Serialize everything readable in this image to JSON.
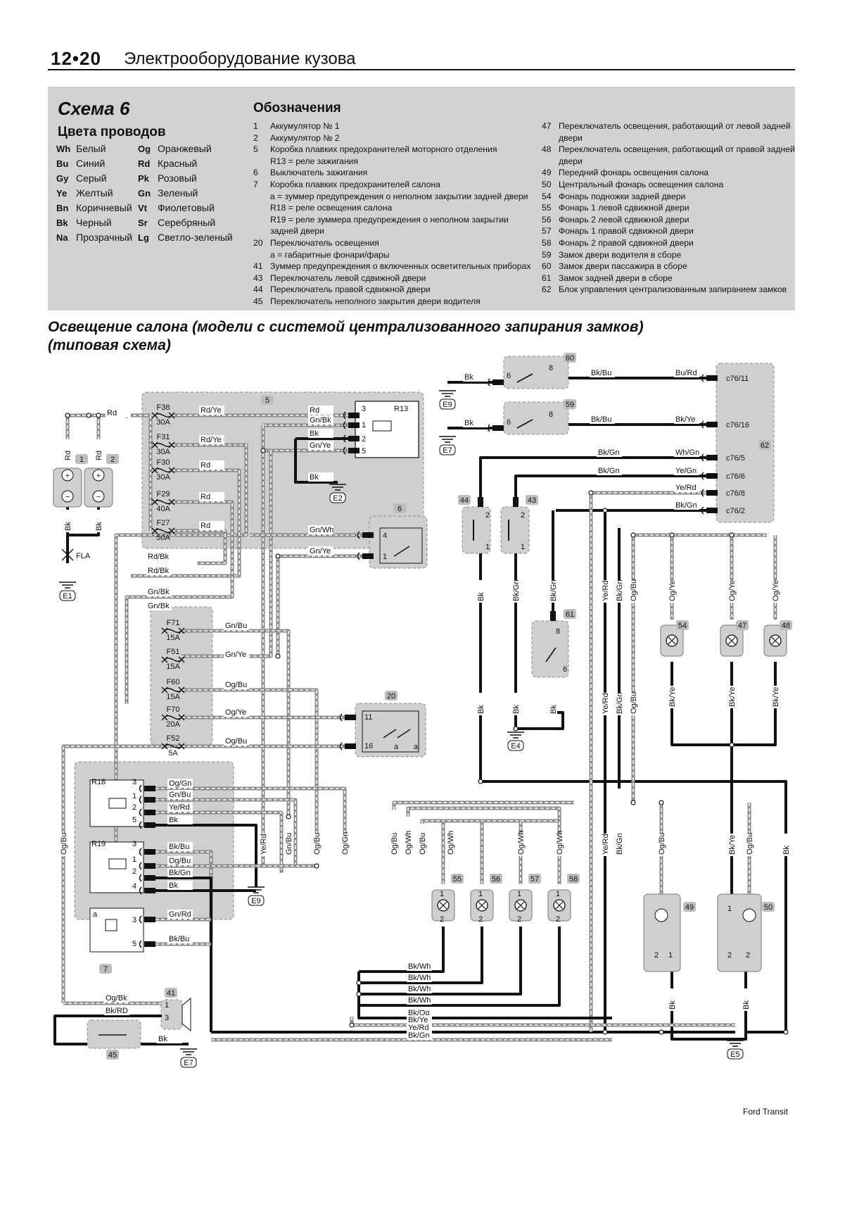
{
  "header": {
    "page": "12•20",
    "title": "Электрооборудование кузова"
  },
  "legend": {
    "scheme": "Схема 6",
    "wire_colors_title": "Цвета проводов",
    "wire_colors": [
      {
        "code": "Wh",
        "name": "Белый"
      },
      {
        "code": "Og",
        "name": "Оранжевый"
      },
      {
        "code": "Bu",
        "name": "Синий"
      },
      {
        "code": "Rd",
        "name": "Красный"
      },
      {
        "code": "Gy",
        "name": "Серый"
      },
      {
        "code": "Pk",
        "name": "Розовый"
      },
      {
        "code": "Ye",
        "name": "Желтый"
      },
      {
        "code": "Gn",
        "name": "Зеленый"
      },
      {
        "code": "Bn",
        "name": "Коричневый"
      },
      {
        "code": "Vt",
        "name": "Фиолетовый"
      },
      {
        "code": "Bk",
        "name": "Черный"
      },
      {
        "code": "Sr",
        "name": "Серебряный"
      },
      {
        "code": "Na",
        "name": "Прозрачный"
      },
      {
        "code": "Lg",
        "name": "Светло-зеленый"
      }
    ],
    "designations_title": "Обозначения",
    "items_left": [
      {
        "n": "1",
        "t": "Аккумулятор № 1"
      },
      {
        "n": "2",
        "t": "Аккумулятор № 2"
      },
      {
        "n": "5",
        "t": "Коробка плавких предохранителей моторного отделения"
      },
      {
        "n": "",
        "t": "R13 = реле зажигания"
      },
      {
        "n": "6",
        "t": "Выключатель зажигания"
      },
      {
        "n": "7",
        "t": "Коробка плавких предохранителей салона"
      },
      {
        "n": "",
        "t": "a = зуммер предупреждения о неполном закрытии задней двери"
      },
      {
        "n": "",
        "t": "R18 = реле освещения салона"
      },
      {
        "n": "",
        "t": "R19 = реле зуммера предупреждения о неполном закрытии"
      },
      {
        "n": "",
        "t": "задней двери"
      },
      {
        "n": "20",
        "t": "Переключатель освещения"
      },
      {
        "n": "",
        "t": "a = габаритные фонари/фары"
      },
      {
        "n": "41",
        "t": "Зуммер предупреждения о включенных осветительных приборах"
      },
      {
        "n": "43",
        "t": "Переключатель левой сдвижной двери"
      },
      {
        "n": "44",
        "t": "Переключатель правой сдвижной двери"
      },
      {
        "n": "45",
        "t": "Переключатель неполного закрытия двери водителя"
      }
    ],
    "items_right": [
      {
        "n": "47",
        "t": "Переключатель освещения, работающий от левой задней"
      },
      {
        "n": "",
        "t": "двери"
      },
      {
        "n": "48",
        "t": "Переключатель освещения, работающий от правой задней"
      },
      {
        "n": "",
        "t": "двери"
      },
      {
        "n": "49",
        "t": "Передний фонарь освещения салона"
      },
      {
        "n": "50",
        "t": "Центральный фонарь освещения салона"
      },
      {
        "n": "54",
        "t": "Фонарь подножки задней двери"
      },
      {
        "n": "55",
        "t": "Фонарь 1 левой сдвижной двери"
      },
      {
        "n": "56",
        "t": "Фонарь 2 левой сдвижной двери"
      },
      {
        "n": "57",
        "t": "Фонарь 1 правой сдвижной двери"
      },
      {
        "n": "58",
        "t": "Фонарь 2 правой сдвижной двери"
      },
      {
        "n": "59",
        "t": "Замок двери водителя в сборе"
      },
      {
        "n": "60",
        "t": "Замок двери пассажира в сборе"
      },
      {
        "n": "61",
        "t": "Замок задней двери в сборе"
      },
      {
        "n": "62",
        "t": "Блок управления централизованным запиранием замков"
      }
    ]
  },
  "subtitle": [
    "Освещение салона (модели с системой централизованного запирания замков)",
    "(типовая схема)"
  ],
  "diagram": {
    "box_numbers": [
      "5",
      "6",
      "20",
      "7",
      "41",
      "45",
      "60",
      "59",
      "62",
      "44",
      "43",
      "61",
      "54",
      "47",
      "48",
      "55",
      "56",
      "57",
      "58",
      "49",
      "50",
      "1",
      "2"
    ],
    "fuses": [
      {
        "id": "F38",
        "rating": "30A"
      },
      {
        "id": "F31",
        "rating": "30A"
      },
      {
        "id": "F30",
        "rating": "30A"
      },
      {
        "id": "F29",
        "rating": "40A"
      },
      {
        "id": "F27",
        "rating": "50A"
      },
      {
        "id": "F71",
        "rating": "15A"
      },
      {
        "id": "F51",
        "rating": "15A"
      },
      {
        "id": "F60",
        "rating": "15A"
      },
      {
        "id": "F70",
        "rating": "20A"
      },
      {
        "id": "F52",
        "rating": "5A"
      }
    ],
    "relays": [
      "R13",
      "R18",
      "R19"
    ],
    "fusible_link": "FLA",
    "grounds": [
      "E1",
      "E2",
      "E4",
      "E5",
      "E7",
      "E9"
    ],
    "connectors_62": [
      "c76/11",
      "c76/16",
      "c76/5",
      "c76/6",
      "c76/8",
      "c76/2"
    ],
    "wire_labels": [
      "Rd",
      "Rd",
      "Rd",
      "Bk",
      "Bk",
      "Rd/Ye",
      "Rd/Ye",
      "Rd",
      "Rd",
      "Rd",
      "Rd",
      "Gn/Bk",
      "Bk",
      "Gn/Ye",
      "Bk",
      "Gn/Wh",
      "Gn/Ye",
      "Rd/Bk",
      "Rd/Bk",
      "Gn/Bk",
      "Gn/Bk",
      "Gn/Bu",
      "Gn/Ye",
      "Og/Bu",
      "Og/Ye",
      "Og/Bu",
      "Og/Gn",
      "Gn/Bu",
      "Ye/Rd",
      "Bk",
      "Bk/Bu",
      "Og/Bu",
      "Bk/Gn",
      "Bk",
      "Gn/Rd",
      "Bk/Bu",
      "Og/Bk",
      "Bk/RD",
      "Bk",
      "Og/Bu",
      "Bk",
      "Bk/Bu",
      "Bu/Rd",
      "Bk",
      "Bk/Bu",
      "Bk/Ye",
      "Bk/Gn",
      "Wh/Gn",
      "Bk/Gn",
      "Ye/Gn",
      "Ye/Rd",
      "Bk/Gn",
      "Bk",
      "Bk/Gn",
      "Bk/Gn",
      "Ye/Rd",
      "Bk/Gn",
      "Og/Bu",
      "Og/Ye",
      "Og/Ye",
      "Og/Ye",
      "Bk/Ye",
      "Bk/Ye",
      "Bk/Ye",
      "Bk",
      "Bk",
      "Bk",
      "Ye/Rd",
      "Bk/Gn",
      "Og/Bu",
      "Ye/Rd",
      "Gn/Bu",
      "Og/Bu",
      "Og/Gn",
      "Og/Bu",
      "Og/Wh",
      "Og/Bu",
      "Og/Wh",
      "Og/Wh",
      "Og/Wh",
      "Ye/Rd",
      "Bk/Gn",
      "Og/Bu",
      "Bk/Ye",
      "Og/Bu",
      "Bk",
      "Bk/Wh",
      "Bk/Wh",
      "Bk/Wh",
      "Bk/Wh",
      "Bk/Og",
      "Bk/Ye",
      "Ye/Rd",
      "Bk/Gn",
      "Bk",
      "Bk"
    ],
    "pin_labels": [
      "+",
      "+",
      "−",
      "−",
      "3",
      "R13",
      "1",
      "2",
      "5",
      "4",
      "1",
      "11",
      "16",
      "a",
      "a",
      "R18",
      "3",
      "1",
      "2",
      "5",
      "R19",
      "3",
      "1",
      "2",
      "4",
      "a",
      "3",
      "5",
      "1",
      "3",
      "6",
      "8",
      "6",
      "8",
      "2",
      "1",
      "2",
      "1",
      "8",
      "6",
      "1",
      "2",
      "1",
      "2",
      "1",
      "2",
      "1",
      "2",
      "2",
      "1",
      "1",
      "2",
      "2",
      "1",
      "3"
    ]
  },
  "footer": "Ford Transit"
}
